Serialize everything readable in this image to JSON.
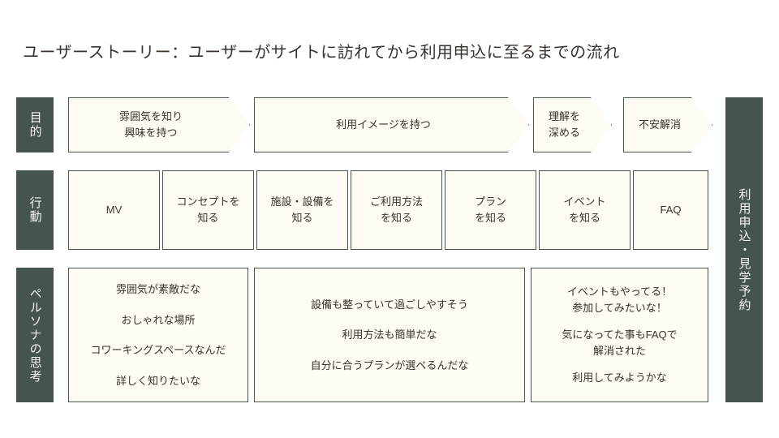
{
  "title": "ユーザーストーリー：ユーザーがサイトに訪れてから利用申込に至るまでの流れ",
  "colors": {
    "label_bg": "#45544e",
    "label_text": "#f7f5ef",
    "box_bg": "#fdfbf4",
    "box_border": "#45544e",
    "text": "#3a322c",
    "page_bg": "#ffffff"
  },
  "row_labels": {
    "purpose": "目的",
    "action": "行動",
    "persona": "ペルソナの思考"
  },
  "cta_bar": {
    "label": "利用申込・見学予約"
  },
  "purpose_arrows": [
    {
      "lines": [
        "雰囲気を知り",
        "興味を持つ"
      ]
    },
    {
      "lines": [
        "利用イメージを持つ"
      ]
    },
    {
      "lines": [
        "理解を",
        "深める"
      ]
    },
    {
      "lines": [
        "不安解消"
      ]
    }
  ],
  "action_boxes": [
    {
      "lines": [
        "MV"
      ]
    },
    {
      "lines": [
        "コンセプトを",
        "知る"
      ]
    },
    {
      "lines": [
        "施設・設備を",
        "知る"
      ]
    },
    {
      "lines": [
        "ご利用方法",
        "を知る"
      ]
    },
    {
      "lines": [
        "プラン",
        "を知る"
      ]
    },
    {
      "lines": [
        "イベント",
        "を知る"
      ]
    },
    {
      "lines": [
        "FAQ"
      ]
    }
  ],
  "persona_boxes": [
    {
      "thoughts": [
        [
          "雰囲気が素敵だな"
        ],
        [
          "おしゃれな場所"
        ],
        [
          "コワーキングスペースなんだ"
        ],
        [
          "詳しく知りたいな"
        ]
      ]
    },
    {
      "thoughts": [
        [
          "設備も整っていて過ごしやすそう"
        ],
        [
          "利用方法も簡単だな"
        ],
        [
          "自分に合うプランが選べるんだな"
        ]
      ]
    },
    {
      "thoughts": [
        [
          "イベントもやってる！",
          "参加してみたいな！"
        ],
        [
          "気になってた事もFAQで",
          "解消された"
        ],
        [
          "利用してみようかな"
        ]
      ]
    }
  ]
}
